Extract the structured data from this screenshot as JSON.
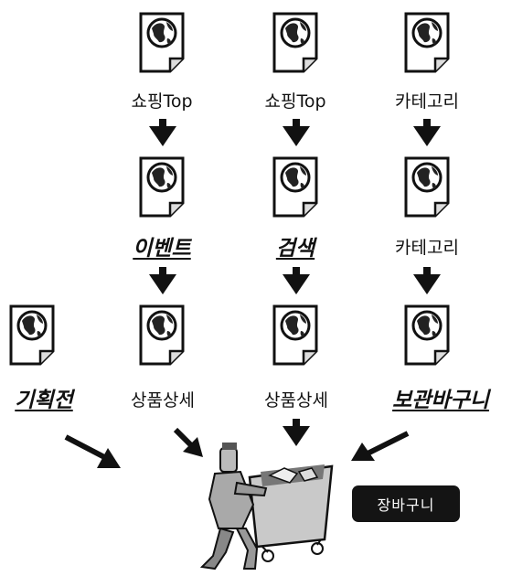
{
  "columns": {
    "col1": {
      "top": "쇼핑Top",
      "mid": "이벤트",
      "bottom": "상품상세"
    },
    "col2": {
      "top": "쇼핑Top",
      "mid": "검색",
      "bottom": "상품상세"
    },
    "col3": {
      "top": "카테고리",
      "mid": "카테고리",
      "bottom": "보관바구니"
    }
  },
  "left_page": {
    "label": "기획전"
  },
  "cart": {
    "label": "장바구니"
  }
}
